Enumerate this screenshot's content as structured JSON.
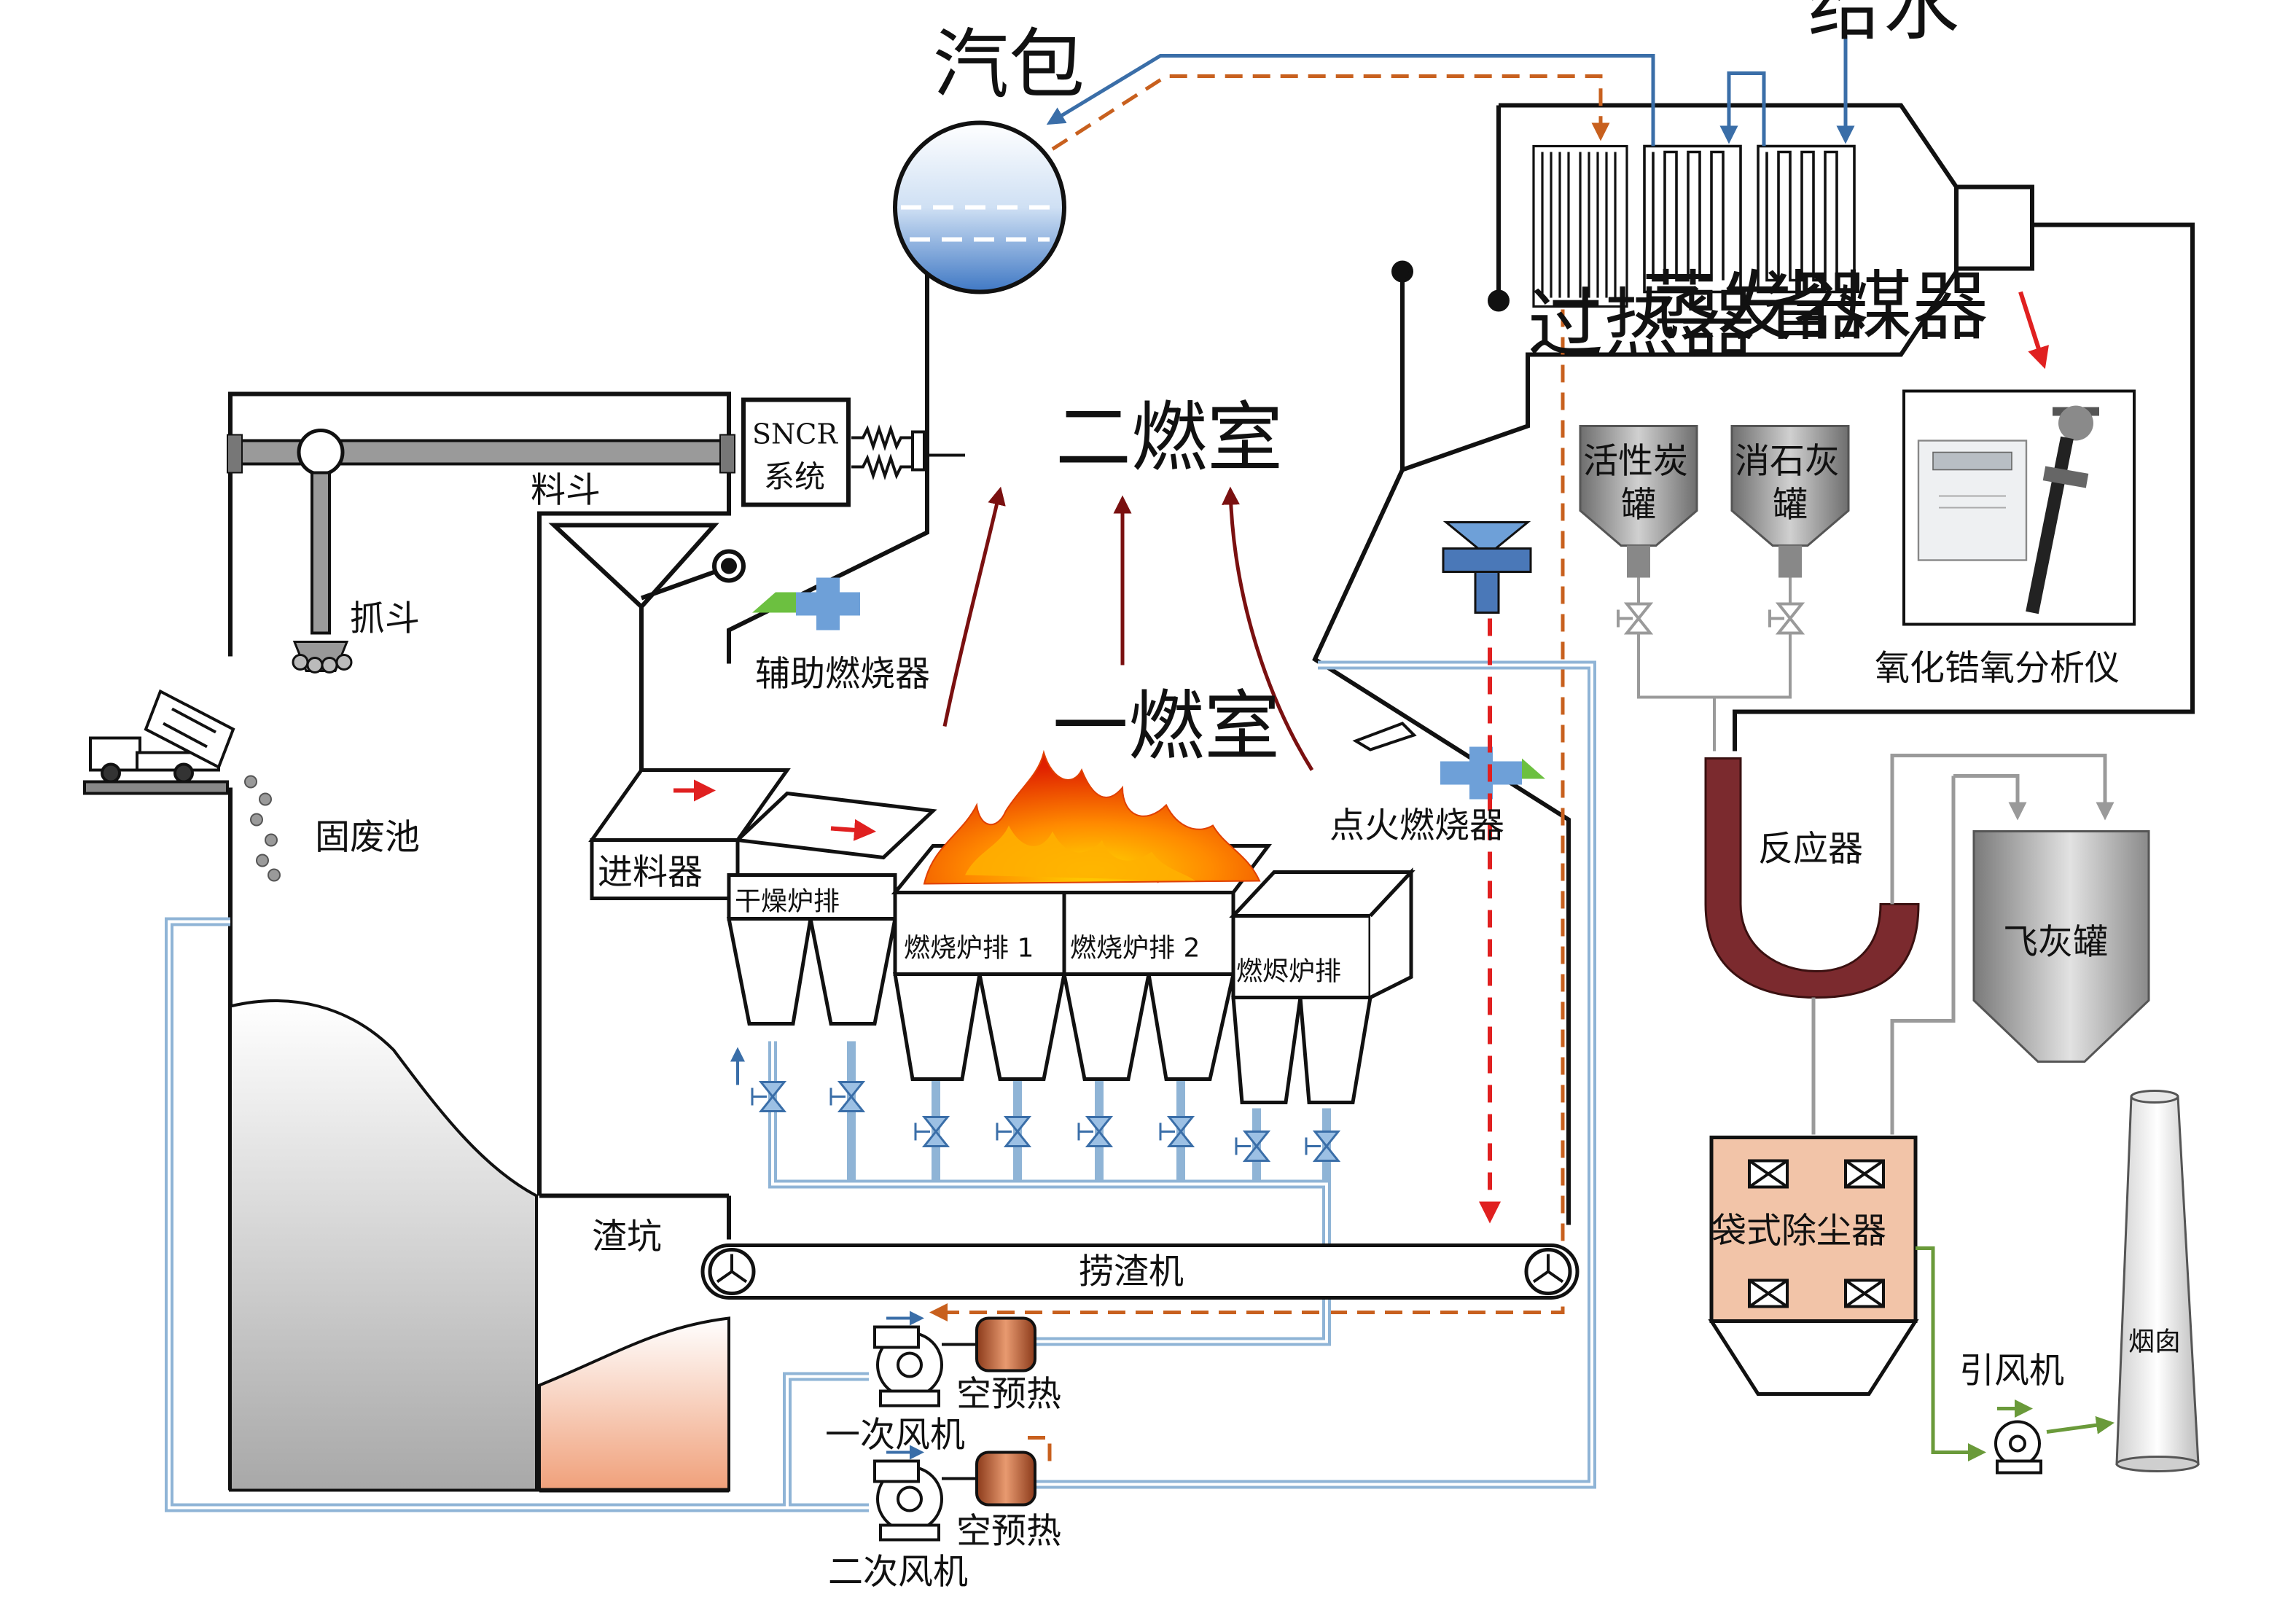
{
  "labels": {
    "drum": "汽包",
    "feedwater": "给水",
    "superheater": "过热器",
    "evaporator": "蒸发器",
    "economizer": "省煤器",
    "secondary_chamber": "二燃室",
    "primary_chamber": "一燃室",
    "sncr_line1": "SNCR",
    "sncr_line2": "系统",
    "hopper": "料斗",
    "grab": "抓斗",
    "waste_pit": "固废池",
    "aux_burner": "辅助燃烧器",
    "ignition_burner": "点火燃烧器",
    "feeder": "进料器",
    "dry_grate": "干燥炉排",
    "burn_grate_1": "燃烧炉排 1",
    "burn_grate_2": "燃烧炉排 2",
    "burnout_grate": "燃烬炉排",
    "slag_pit": "渣坑",
    "slag_remover": "捞渣机",
    "air_preheater_1": "空预热",
    "air_preheater_2": "空预热",
    "primary_fan": "一次风机",
    "secondary_fan": "二次风机",
    "activated_carbon_line1": "活性炭",
    "activated_carbon_line2": "罐",
    "lime_line1": "消石灰",
    "lime_line2": "罐",
    "analyzer": "氧化锆氧分析仪",
    "reactor": "反应器",
    "fly_ash_tank": "飞灰罐",
    "bag_filter": "袋式除尘器",
    "id_fan": "引风机",
    "chimney": "烟囱"
  },
  "colors": {
    "outline": "#111111",
    "water_pipe": "#3a6ea8",
    "air_pipe": "#8fb4d6",
    "steam_dashed": "#c8601e",
    "flow_red": "#e02020",
    "flue_arrow": "#7a1010",
    "reactor": "#7b2a2e",
    "bag_filter_fill": "#f2c4a8",
    "exhaust_green": "#6a9a3a",
    "tank_gray": "#8a8a8a",
    "drum_blue": "#5b8fd0"
  }
}
